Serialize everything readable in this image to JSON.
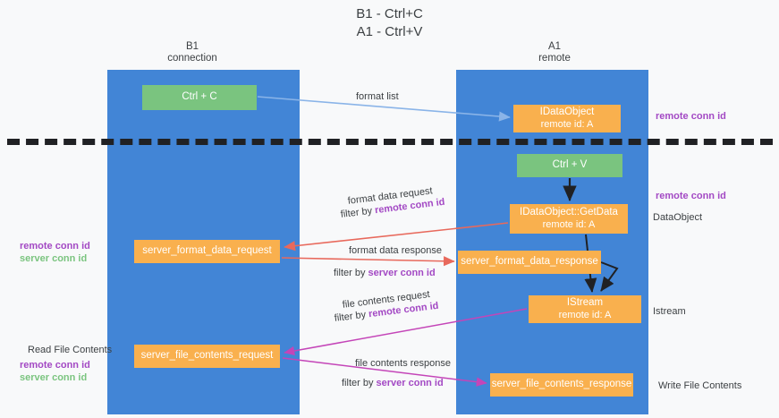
{
  "title": {
    "line1": "B1 - Ctrl+C",
    "line2": "A1 - Ctrl+V"
  },
  "columns": {
    "left": {
      "name": "B1",
      "role": "connection"
    },
    "right": {
      "name": "A1",
      "role": "remote"
    }
  },
  "colors": {
    "lane": "#4285d6",
    "green_node": "#7ac47f",
    "orange_node": "#f9b04e",
    "remote_conn_id": "#a349c4",
    "server_conn_id": "#7ac47f",
    "divider": "#202124",
    "arrow_format_list": "#8ab4e8",
    "arrow_format_data": "#e8695c",
    "arrow_file_contents": "#c445b8",
    "arrow_call": "#202124",
    "background": "#f8f9fa"
  },
  "nodes": {
    "ctrl_c": {
      "line1": "Ctrl + C",
      "line2": ""
    },
    "idataobject": {
      "line1": "IDataObject",
      "line2": "remote id: A"
    },
    "ctrl_v": {
      "line1": "Ctrl + V",
      "line2": ""
    },
    "getdata": {
      "line1": "IDataObject::GetData",
      "line2": "remote id: A"
    },
    "server_format_data_request": {
      "line1": "server_format_data_request",
      "line2": ""
    },
    "server_format_data_response": {
      "line1": "server_format_data_response",
      "line2": ""
    },
    "istream": {
      "line1": "IStream",
      "line2": "remote id: A"
    },
    "server_file_contents_request": {
      "line1": "server_file_contents_request",
      "line2": ""
    },
    "server_file_contents_response": {
      "line1": "server_file_contents_response",
      "line2": ""
    }
  },
  "edge_labels": {
    "format_list": "format list",
    "format_data_request": "format data request",
    "format_data_request_filter_prefix": "filter by ",
    "format_data_request_filter_key": "remote conn id",
    "format_data_response": "format data response",
    "format_data_response_filter_prefix": "filter by ",
    "format_data_response_filter_key": "server conn id",
    "file_contents_request": "file contents request",
    "file_contents_request_filter_prefix": "filter by ",
    "file_contents_request_filter_key": "remote conn id",
    "file_contents_response": "file contents response",
    "file_contents_response_filter_prefix": "filter by ",
    "file_contents_response_filter_key": "server conn id"
  },
  "annotations": {
    "right": [
      {
        "key": "remote conn id",
        "plain": ""
      },
      {
        "key": "remote conn id",
        "plain": ""
      },
      {
        "key": "",
        "plain": "DataObject"
      },
      {
        "key": "",
        "plain": "Istream"
      },
      {
        "key": "",
        "plain": "Write File Contents"
      }
    ],
    "left": [
      {
        "remote": "remote conn id",
        "server": "server conn id"
      },
      {
        "plain": "Read File Contents"
      },
      {
        "remote": "remote conn id",
        "server": "server conn id"
      }
    ]
  }
}
